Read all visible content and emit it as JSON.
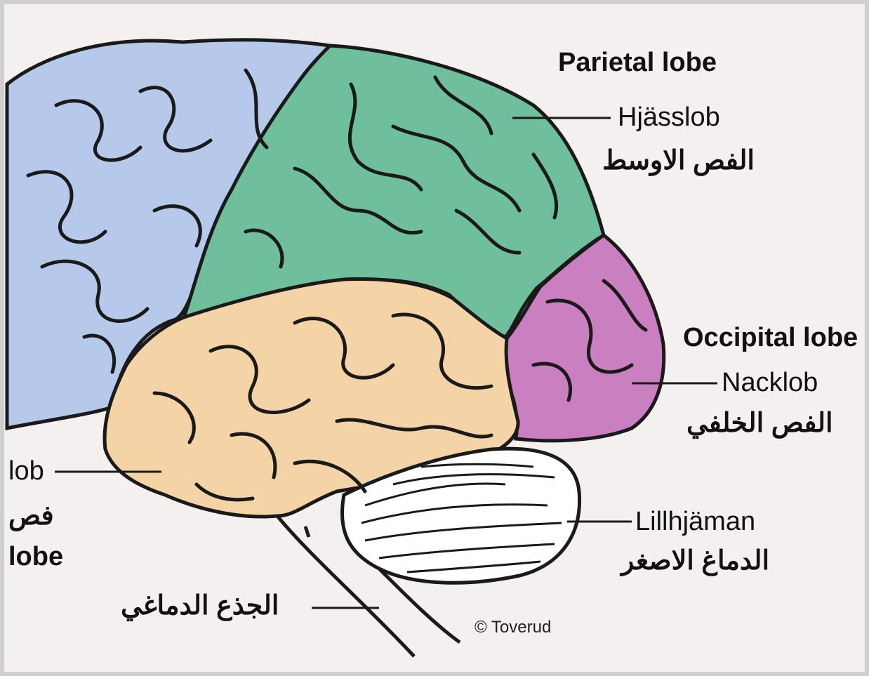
{
  "labels": {
    "parietal_en": "Parietal lobe",
    "parietal_sv": "Hjässlob",
    "parietal_ar": "الفص الاوسط",
    "occipital_en": "Occipital lobe",
    "occipital_sv": "Nacklob",
    "occipital_ar": "الفص الخلفي",
    "temporal_sv": "lob",
    "temporal_ar": "فص",
    "temporal_en": "lobe",
    "cerebellum_sv": "Lillhjäman",
    "cerebellum_ar": "الدماغ الاصغر",
    "brainstem_ar": "الجذع الدماغي"
  },
  "credit": "© Toverud",
  "colors": {
    "frontal": "#b7c9ea",
    "parietal": "#6fbf9c",
    "occipital": "#c97fc0",
    "temporal": "#f4d3a6",
    "cerebellum": "#ffffff",
    "outline": "#1a1a1a",
    "background": "#f4f0f0"
  }
}
